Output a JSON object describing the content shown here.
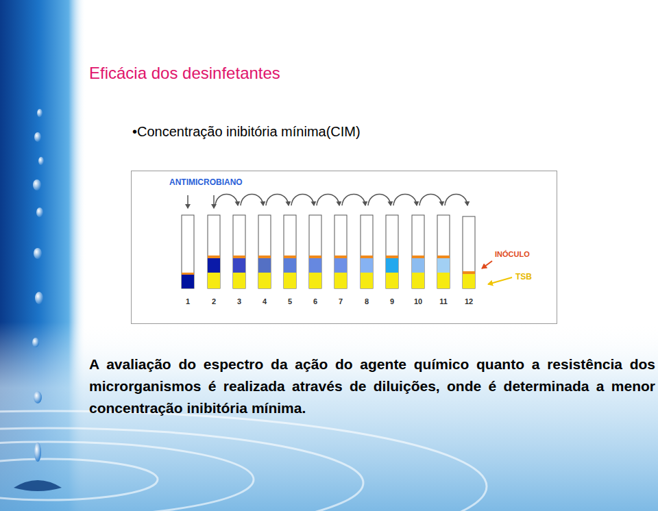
{
  "diagram": {
    "title": "Eficácia dos desinfetantes",
    "labels": [
      "•Concentração inibitória mínima(CIM)",
      "ANTIMICROBIANO",
      "1",
      "2",
      "3",
      "4",
      "5",
      "6",
      "7",
      "8",
      "9",
      "10",
      "11",
      "12",
      "INÓCULO",
      "TSB",
      "A avaliação do espectro da ação do agente químico quanto a resistência dos microrganismos é realizada através de diluições, onde é determinada a menor concentração inibitória mínima."
    ]
  }
}
